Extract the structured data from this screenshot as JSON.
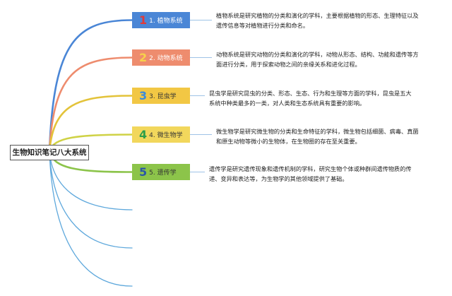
{
  "root": {
    "label": "生物知识笔记八大系统"
  },
  "colors": {
    "root_border": "#555555",
    "connector": "#9ec3e6"
  },
  "topics": [
    {
      "num": "1",
      "label": "1. 植物系统",
      "bg": "#4a86d6",
      "num_color": "#e03a3a",
      "text_color": "#ffffff",
      "branch": "#4a86d6",
      "desc": [
        "植物系统是研究植物的分类和演化的学科，主要根据植物的形态、生理特征以及",
        "遗传信息等对植物进行分类和命名。"
      ]
    },
    {
      "num": "2",
      "label": "2. 动物系统",
      "bg": "#ee8c6e",
      "num_color": "#f7d24a",
      "text_color": "#ffffff",
      "branch": "#ee8c6e",
      "desc": [
        "动物系统是研究动物的分类和演化的学科，动物从形态、结构、功能和遗传等方",
        "面进行分类，用于探索动物之间的亲缘关系和进化过程。"
      ]
    },
    {
      "num": "3",
      "label": "3. 昆虫学",
      "bg": "#f2c744",
      "num_color": "#3b8bd9",
      "text_color": "#333333",
      "branch": "#e3c33a",
      "desc": [
        "昆虫学是研究昆虫的分类、形态、生态、行为和生理等方面的学科，昆虫是五大",
        "系统中种类最多的一类，对人类和生态系统具有重要的影响。"
      ]
    },
    {
      "num": "4",
      "label": "4. 微生物学",
      "bg": "#f2d75c",
      "num_color": "#2e9e4a",
      "text_color": "#333333",
      "branch": "#cfd246",
      "desc": [
        "微生物学是研究微生物的分类和生命特征的学科，微生物包括细菌、病毒、真菌",
        "和原生动物等微小的生物体，在生物圈的存在至关重要。"
      ]
    },
    {
      "num": "5",
      "label": "5. 遗传学",
      "bg": "#8cc44a",
      "num_color": "#2a55a8",
      "text_color": "#333333",
      "branch": "#8cc44a",
      "desc": [
        "遗传学是研究遗传现象和遗传机制的学科，研究生物个体或种群间遗传物质的传",
        "递、变异和表达等，为生物学的其他领域提供了基础。"
      ]
    }
  ],
  "extra_branches": [
    {
      "color": "#5ea8dc"
    },
    {
      "color": "#5ea8dc"
    },
    {
      "color": "#5ea8dc"
    }
  ]
}
